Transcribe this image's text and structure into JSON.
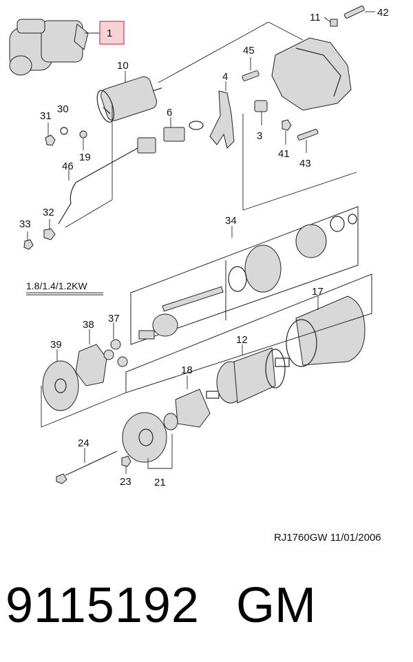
{
  "diagram": {
    "kw_note": "1.8/1.4/1.2KW",
    "highlight_color": "#e05a6a",
    "callouts": [
      "1",
      "10",
      "30",
      "31",
      "19",
      "6",
      "4",
      "45",
      "11",
      "42",
      "3",
      "41",
      "43",
      "46",
      "32",
      "33",
      "34",
      "17",
      "38",
      "37",
      "39",
      "12",
      "18",
      "24",
      "23",
      "21"
    ]
  },
  "footer": {
    "drawing_code": "RJ1760GW  11/01/2006"
  },
  "part": {
    "number": "9115192",
    "brand": "GM"
  }
}
